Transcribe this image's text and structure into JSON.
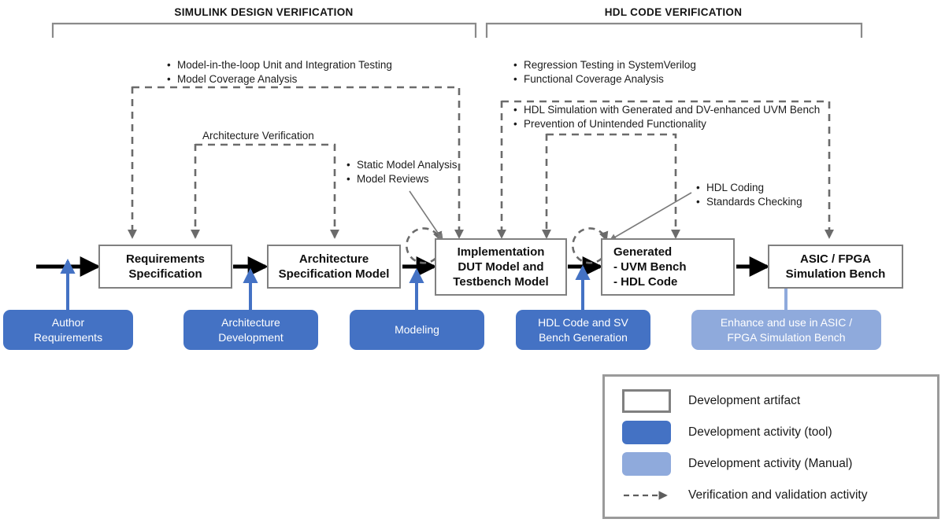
{
  "phases": [
    {
      "id": "sdv",
      "title": "SIMULINK DESIGN VERIFICATION"
    },
    {
      "id": "hdl",
      "title": "HDL CODE VERIFICATION"
    }
  ],
  "annotations": [
    {
      "id": "mil",
      "items": [
        "Model-in-the-loop Unit and Integration Testing",
        "Model Coverage Analysis"
      ]
    },
    {
      "id": "regression",
      "items": [
        "Regression Testing in SystemVerilog",
        "Functional Coverage Analysis"
      ]
    },
    {
      "id": "hdl-sim",
      "items": [
        "HDL Simulation with Generated and DV-enhanced UVM Bench",
        "Prevention of Unintended Functionality"
      ]
    },
    {
      "id": "arch-verif",
      "items": [
        "Architecture Verification"
      ]
    },
    {
      "id": "static-model",
      "items": [
        "Static Model Analysis",
        "Model Reviews"
      ]
    },
    {
      "id": "hdl-coding",
      "items": [
        "HDL Coding",
        "Standards Checking"
      ]
    }
  ],
  "artifacts": [
    {
      "id": "requirements",
      "lines": [
        "Requirements",
        "Specification"
      ]
    },
    {
      "id": "architecture",
      "lines": [
        "Architecture",
        "Specification Model"
      ]
    },
    {
      "id": "implementation",
      "lines": [
        "Implementation",
        "DUT Model and",
        "Testbench Model"
      ]
    },
    {
      "id": "generated",
      "lines": [
        "Generated",
        "- UVM Bench",
        "- HDL Code"
      ]
    },
    {
      "id": "asic-fpga",
      "lines": [
        "ASIC / FPGA",
        "Simulation Bench"
      ]
    }
  ],
  "activities": [
    {
      "id": "author-requirements",
      "lines": [
        "Author",
        "Requirements"
      ],
      "kind": "tool"
    },
    {
      "id": "architecture-dev",
      "lines": [
        "Architecture",
        "Development"
      ],
      "kind": "tool"
    },
    {
      "id": "modeling",
      "lines": [
        "Modeling"
      ],
      "kind": "tool"
    },
    {
      "id": "hdl-code-sv-bench",
      "lines": [
        "HDL Code and SV",
        "Bench Generation"
      ],
      "kind": "tool"
    },
    {
      "id": "enhance-asic-fpga",
      "lines": [
        "Enhance and use in ASIC /",
        "FPGA Simulation Bench"
      ],
      "kind": "manual"
    }
  ],
  "legend": {
    "rows": [
      {
        "id": "artifact",
        "swatch": "artifact-box",
        "label": "Development  artifact"
      },
      {
        "id": "activity-tool",
        "swatch": "pill-tool",
        "label": "Development  activity (tool)"
      },
      {
        "id": "activity-manual",
        "swatch": "pill-manual",
        "label": "Development  activity (Manual)"
      },
      {
        "id": "verification",
        "swatch": "dashed-arrow",
        "label": "Verification and validation activity"
      }
    ]
  },
  "colors": {
    "activity_tool": "#4472C4",
    "activity_manual": "#8FAADC",
    "artifact_border": "#808080",
    "flow_arrow": "#000000",
    "activity_arrow": "#4472C4",
    "activity_arrow_manual": "#8FAADC",
    "verification_dashed": "#6b6b6b",
    "legend_border": "#9a9a9a",
    "background": "#FFFFFF"
  }
}
